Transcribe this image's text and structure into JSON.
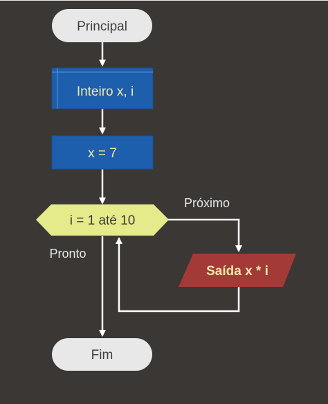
{
  "colors": {
    "background": "#3a3734",
    "terminal_fill": "#e8e8e8",
    "terminal_text": "#404040",
    "declare_fill": "#1d5fad",
    "declare_border": "#174f92",
    "declare_text": "#f3e9a6",
    "loop_fill": "#e5ea8a",
    "loop_text": "#3a3a3a",
    "output_fill": "#a33a37",
    "output_text": "#f6e6a8",
    "arrow": "#ffffff",
    "label_text": "#e8e8e8"
  },
  "nodes": {
    "start": {
      "label": "Principal",
      "shape": "terminal"
    },
    "declare": {
      "label": "Inteiro x, i",
      "shape": "declare"
    },
    "assign": {
      "label": "x = 7",
      "shape": "process"
    },
    "loop": {
      "label": "i = 1 até 10",
      "shape": "loop-hexagon"
    },
    "output": {
      "label": "Saída x * i",
      "shape": "output-parallelogram"
    },
    "end": {
      "label": "Fim",
      "shape": "terminal"
    }
  },
  "edges": {
    "next_label": "Próximo",
    "done_label": "Pronto"
  }
}
